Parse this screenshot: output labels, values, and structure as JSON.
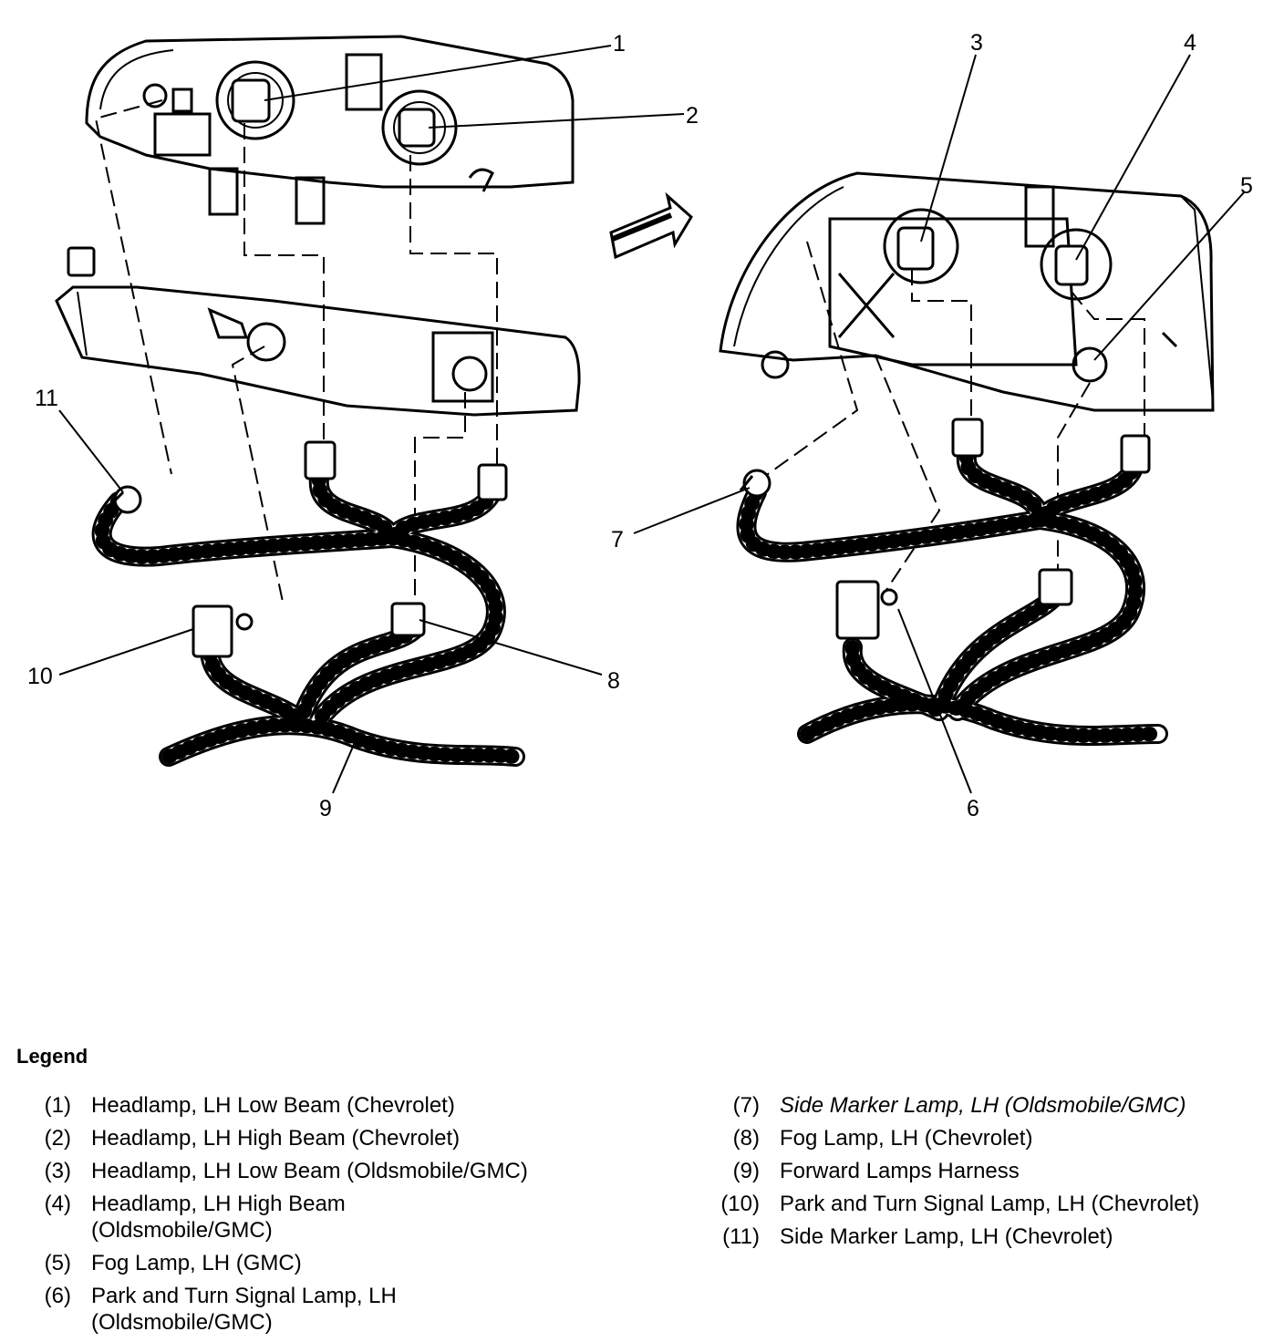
{
  "callouts": [
    "1",
    "2",
    "3",
    "4",
    "5",
    "6",
    "7",
    "8",
    "9",
    "10",
    "11"
  ],
  "legend": {
    "title": "Legend",
    "left_items": [
      {
        "num": "(1)",
        "text": "Headlamp, LH Low Beam (Chevrolet)"
      },
      {
        "num": "(2)",
        "text": "Headlamp, LH High Beam (Chevrolet)"
      },
      {
        "num": "(3)",
        "text": "Headlamp, LH Low Beam (Oldsmobile/GMC)"
      },
      {
        "num": "(4)",
        "text": "Headlamp, LH High Beam (Oldsmobile/GMC)"
      },
      {
        "num": "(5)",
        "text": "Fog Lamp, LH (GMC)"
      },
      {
        "num": "(6)",
        "text": "Park and Turn Signal Lamp, LH (Oldsmobile/GMC)"
      }
    ],
    "right_items": [
      {
        "num": "(7)",
        "text": "Side Marker Lamp, LH (Oldsmobile/GMC)"
      },
      {
        "num": "(8)",
        "text": "Fog Lamp, LH (Chevrolet)"
      },
      {
        "num": "(9)",
        "text": "Forward Lamps Harness"
      },
      {
        "num": "(10)",
        "text": "Park and Turn Signal Lamp, LH (Chevrolet)"
      },
      {
        "num": "(11)",
        "text": "Side Marker Lamp, LH (Chevrolet)"
      }
    ]
  }
}
